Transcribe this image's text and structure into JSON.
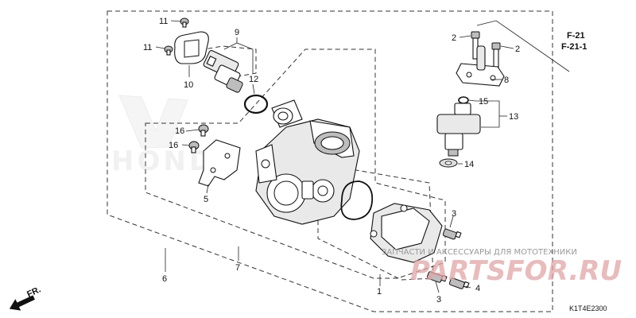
{
  "diagram": {
    "code": "K1T4E2300",
    "front_label": "FR.",
    "references": [
      "F-21",
      "F-21-1"
    ],
    "callouts": {
      "c1": "1",
      "c2a": "2",
      "c2b": "2",
      "c3a": "3",
      "c3b": "3",
      "c4": "4",
      "c5": "5",
      "c6": "6",
      "c7": "7",
      "c8": "8",
      "c9": "9",
      "c10": "10",
      "c11a": "11",
      "c11b": "11",
      "c12": "12",
      "c13": "13",
      "c14": "14",
      "c15": "15",
      "c16a": "16",
      "c16b": "16"
    }
  },
  "watermark": {
    "caption": "ЗАПЧАСТИ И АКСЕССУАРЫ ДЛЯ МОТОТЕХНИКИ",
    "brand": "PARTSFOR.RU",
    "logo": "HONDA"
  }
}
